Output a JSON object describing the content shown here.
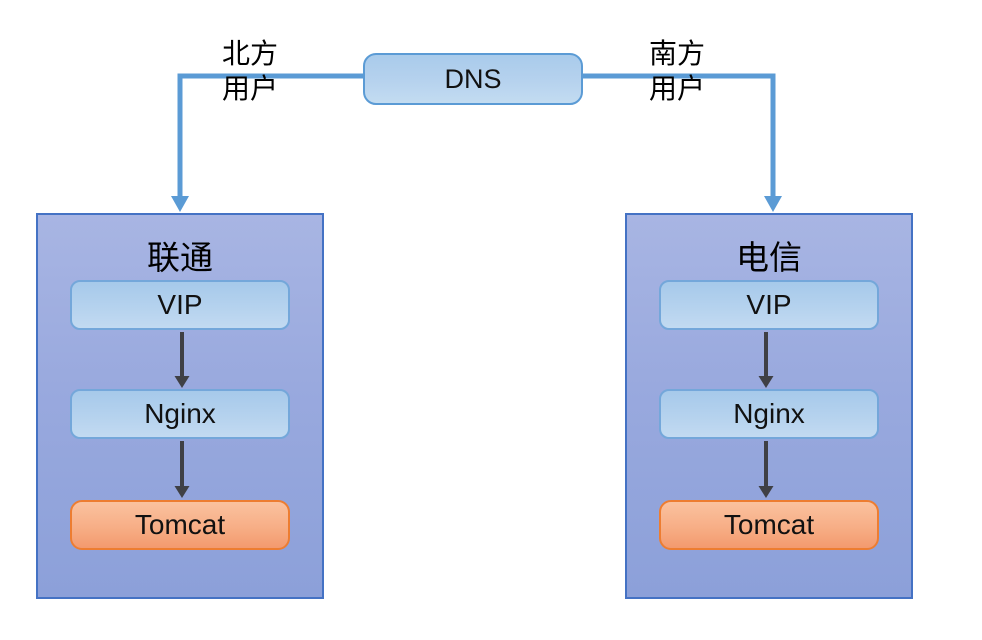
{
  "diagram": {
    "dns_label": "DNS",
    "north_route": {
      "line1": "北方",
      "line2": "用户"
    },
    "south_route": {
      "line1": "南方",
      "line2": "用户"
    },
    "clusters": [
      {
        "title": "联通",
        "nodes": [
          {
            "label": "VIP"
          },
          {
            "label": "Nginx"
          },
          {
            "label": "Tomcat"
          }
        ]
      },
      {
        "title": "电信",
        "nodes": [
          {
            "label": "VIP"
          },
          {
            "label": "Nginx"
          },
          {
            "label": "Tomcat"
          }
        ]
      }
    ],
    "colors": {
      "connector_blue": "#5b9bd5",
      "container_fill_top": "#a8b5e3",
      "container_fill_bottom": "#8ca0d9",
      "container_border": "#4472c4",
      "node_blue_fill": "#b5d2ee",
      "node_blue_border": "#74a7da",
      "tomcat_fill": "#f7ae86",
      "tomcat_border": "#ed7d31",
      "arrow_dark": "#3f4045"
    }
  }
}
